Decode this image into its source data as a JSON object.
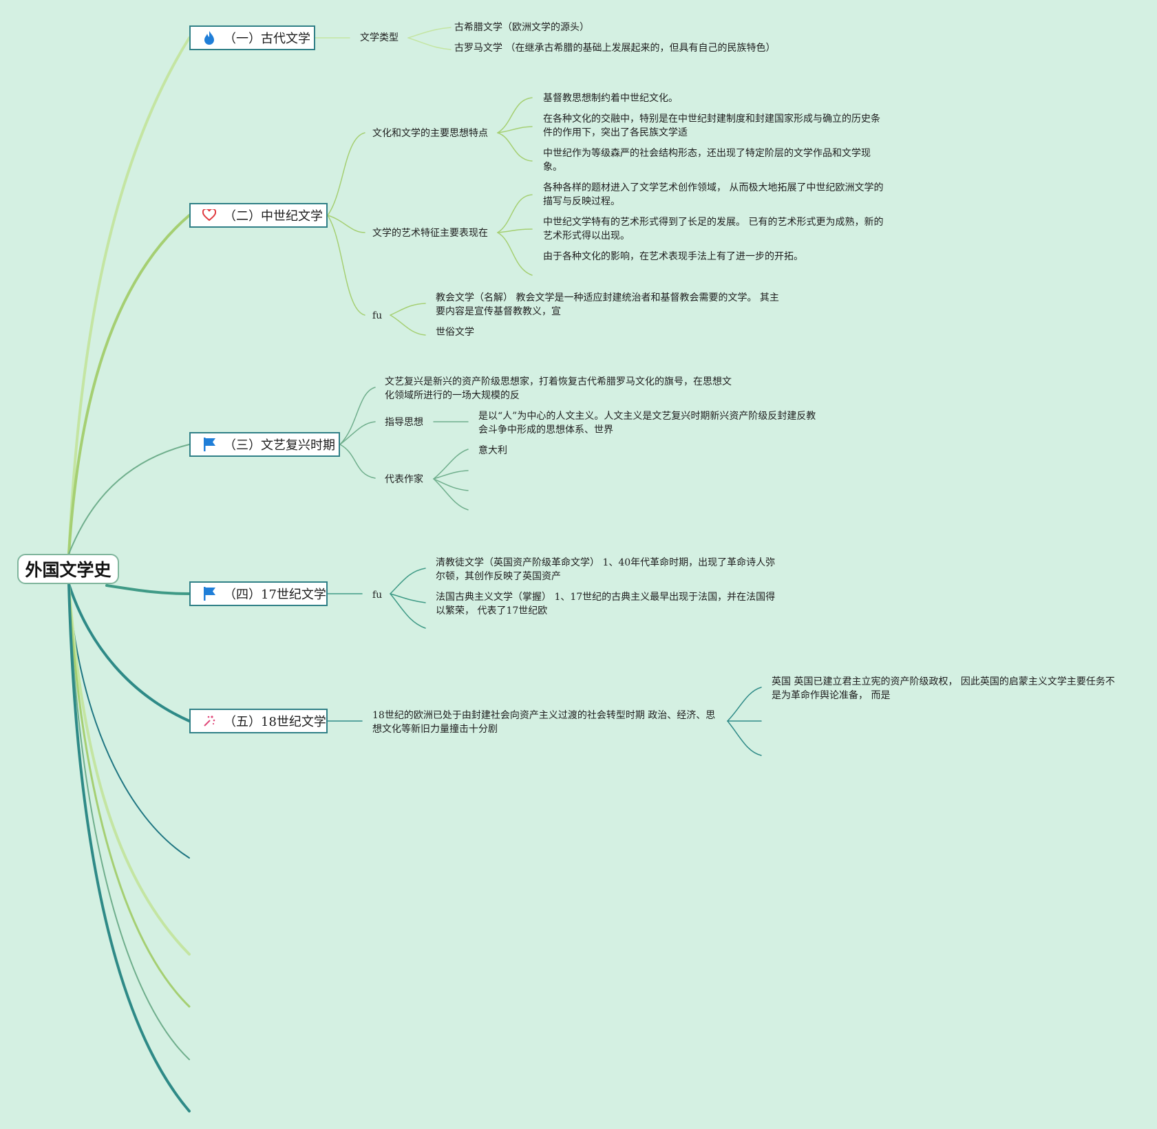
{
  "root": {
    "title": "外国文学史"
  },
  "colors": {
    "background": "#d4f0e2",
    "teal": "#2f8f8a",
    "lightGreen": "#bfe39a",
    "midGreen": "#9ccc6c",
    "border": "#2f7f86"
  },
  "b1": {
    "label": "（一）古代文学",
    "icon": "flame-icon",
    "type_label": "文学类型",
    "items": [
      "古希腊文学（欧洲文学的源头）",
      "古罗马文学 （在继承古希腊的基础上发展起来的，但具有自己的民族特色）"
    ]
  },
  "b2": {
    "label": "（二）中世纪文学",
    "icon": "heart-icon",
    "g1": {
      "label": "文化和文学的主要思想特点",
      "items": [
        "基督教思想制约着中世纪文化。",
        "在各种文化的交融中，特别是在中世纪封建制度和封建国家形成与确立的历史条件的作用下，突出了各民族文学适",
        "中世纪作为等级森严的社会结构形态，还出现了特定阶层的文学作品和文学现象。"
      ]
    },
    "g2": {
      "label": "文学的艺术特征主要表现在",
      "items": [
        "各种各样的题材进入了文学艺术创作领域， 从而极大地拓展了中世纪欧洲文学的描写与反映过程。",
        "中世纪文学特有的艺术形式得到了长足的发展。 已有的艺术形式更为成熟，新的艺术形式得以出现。",
        "由于各种文化的影响，在艺术表现手法上有了进一步的开拓。"
      ]
    },
    "g3": {
      "label": "fu",
      "items": [
        "教会文学（名解） 教会文学是一种适应封建统治者和基督教会需要的文学。 其主要内容是宣传基督教教义，宣",
        "世俗文学"
      ]
    }
  },
  "b3": {
    "label": "（三）文艺复兴时期",
    "icon": "flag-icon",
    "intro": "文艺复兴是新兴的资产阶级思想家，打着恢复古代希腊罗马文化的旗号，在思想文化领域所进行的一场大规模的反",
    "guide_label": "指导思想",
    "guide_text": "是以“人”为中心的人文主义。人文主义是文艺复兴时期新兴资产阶级反封建反教会斗争中形成的思想体系、世界",
    "writers_label": "代表作家",
    "writers": [
      "意大利"
    ]
  },
  "b4": {
    "label": "（四）17世纪文学",
    "icon": "flag-icon",
    "sub_label": "fu",
    "items": [
      "清教徒文学（英国资产阶级革命文学） 1、40年代革命时期，出现了革命诗人弥尔顿，其创作反映了英国资产",
      "法国古典主义文学（掌握） 1、17世纪的古典主义最早出现于法国，并在法国得以繁荣， 代表了17世纪欧"
    ]
  },
  "b5": {
    "label": "（五）18世纪文学",
    "icon": "sparkle-icon",
    "intro": "18世纪的欧洲已处于由封建社会向资产主义过渡的社会转型时期 政治、经济、思想文化等新旧力量撞击十分剧",
    "items": [
      "英国 英国已建立君主立宪的资产阶级政权， 因此英国的启蒙主义文学主要任务不是为革命作舆论准备， 而是"
    ]
  }
}
